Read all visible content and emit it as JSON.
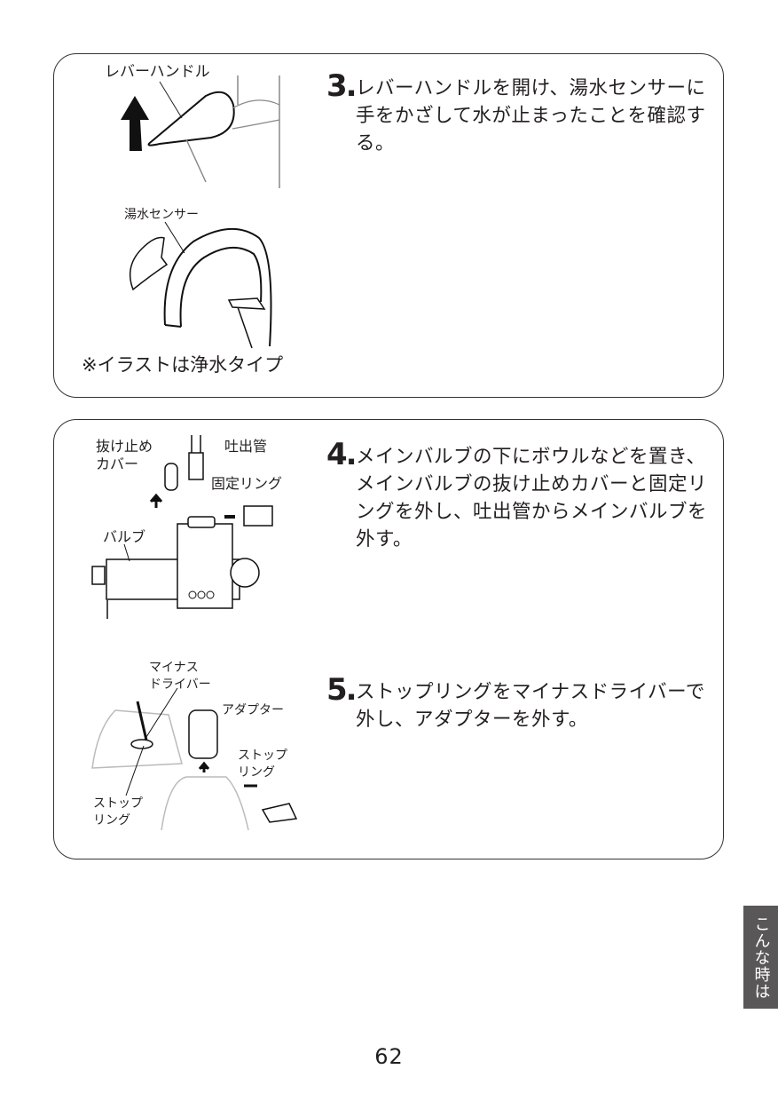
{
  "step3": {
    "number": "3.",
    "text": "レバーハンドルを開け、湯水センサーに手をかざして水が止まったことを確認する。",
    "labels": {
      "lever": "レバーハンドル",
      "sensor": "湯水センサー"
    },
    "note": "※イラストは浄水タイプ"
  },
  "step4": {
    "number": "4.",
    "text": "メインバルブの下にボウルなどを置き、メインバルブの抜け止めカバーと固定リングを外し、吐出管からメインバルブを外す。",
    "labels": {
      "cover": "抜け止め\nカバー",
      "spout": "吐出管",
      "ring": "固定リング",
      "valve": "バルブ"
    }
  },
  "step5": {
    "number": "5.",
    "text": "ストップリングをマイナスドライバーで外し、アダプターを外す。",
    "labels": {
      "driver": "マイナス\nドライバー",
      "adapter": "アダプター",
      "stopring_right": "ストップ\nリング",
      "stopring_left": "ストップ\nリング"
    }
  },
  "side_tab": "こんな時は",
  "page_number": "62"
}
